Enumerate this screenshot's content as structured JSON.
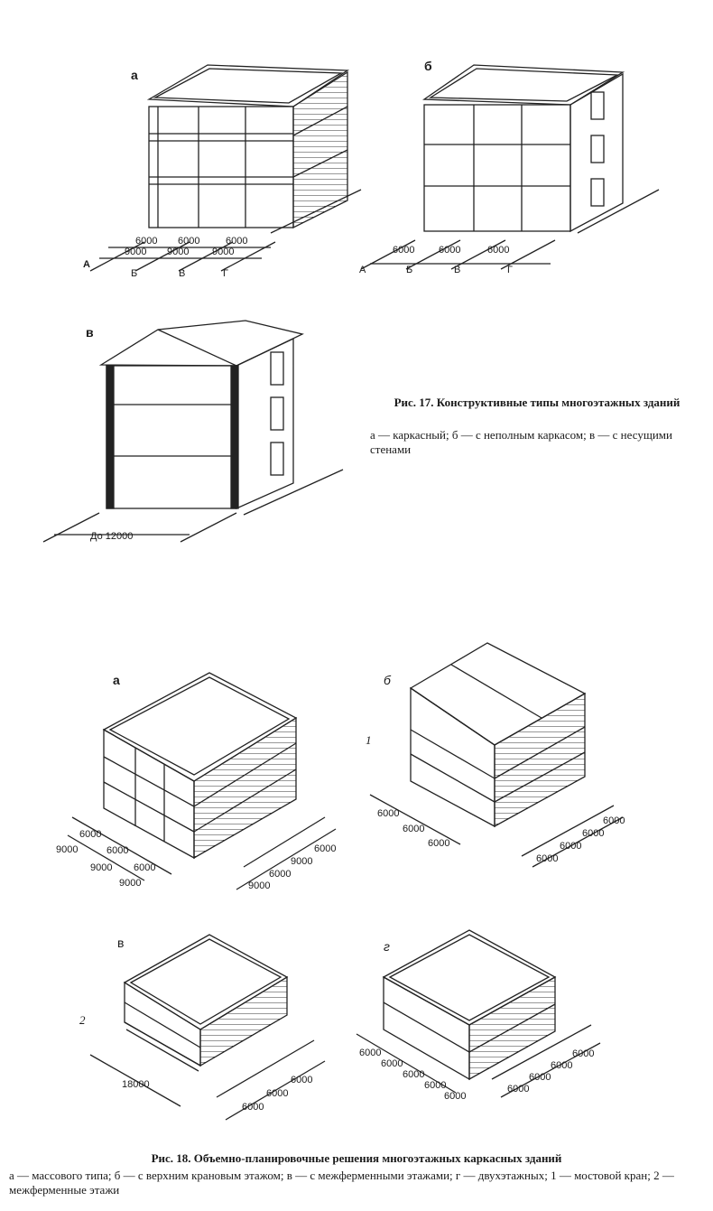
{
  "fig17": {
    "panel_a": {
      "letter": "а",
      "dims_top": [
        "6000",
        "6000",
        "6000"
      ],
      "dims_bottom": [
        "9000",
        "9000",
        "9000"
      ],
      "axes": [
        "А",
        "Б",
        "В",
        "Г"
      ]
    },
    "panel_b": {
      "letter": "б",
      "dims": [
        "6000",
        "6000",
        "6000"
      ],
      "axes": [
        "А",
        "Б",
        "В",
        "Г"
      ]
    },
    "panel_c": {
      "letter": "в",
      "span": "До 12000"
    },
    "caption": {
      "title": "Рис. 17. Конструктивные типы многоэтажных зданий",
      "body": "а — каркасный; б — с неполным каркасом; в — с несущими стенами"
    }
  },
  "fig18": {
    "panel_a": {
      "letter": "а",
      "dims_left_top": [
        "6000",
        "6000",
        "6000"
      ],
      "dims_left_bottom": [
        "9000",
        "9000",
        "9000"
      ],
      "dims_right": [
        "9000",
        "6000",
        "9000",
        "6000"
      ]
    },
    "panel_b": {
      "letter": "б",
      "marker": "1",
      "dims_left": [
        "6000",
        "6000",
        "6000"
      ],
      "dims_right": [
        "6000",
        "6000",
        "6000",
        "6000"
      ]
    },
    "panel_c": {
      "letter": "в",
      "marker": "2",
      "span": "18000",
      "dims_right": [
        "6000",
        "6000",
        "6000"
      ]
    },
    "panel_d": {
      "letter": "г",
      "dims_left": [
        "6000",
        "6000",
        "6000",
        "6000",
        "6000"
      ],
      "dims_right": [
        "6000",
        "6000",
        "6000",
        "6000"
      ]
    },
    "caption": {
      "title": "Рис. 18. Объемно-планировочные решения многоэтажных каркасных зданий",
      "body": "а — массового типа; б — с верхним крановым этажом; в — с межферменными этажами; г — двухэтажных; 1 — мостовой кран; 2 — межферменные этажи"
    }
  }
}
